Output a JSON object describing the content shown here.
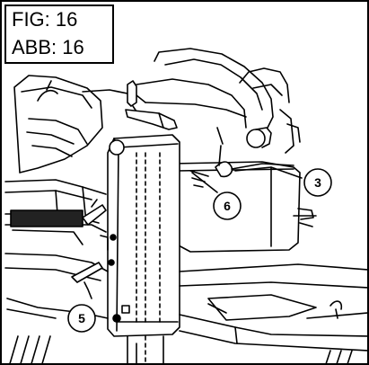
{
  "figure_label": {
    "fig": "FIG: 16",
    "abb": "ABB: 16"
  },
  "callouts": [
    {
      "number": "3",
      "part": "callout-3"
    },
    {
      "number": "5",
      "part": "callout-5"
    },
    {
      "number": "6",
      "part": "callout-6"
    }
  ]
}
